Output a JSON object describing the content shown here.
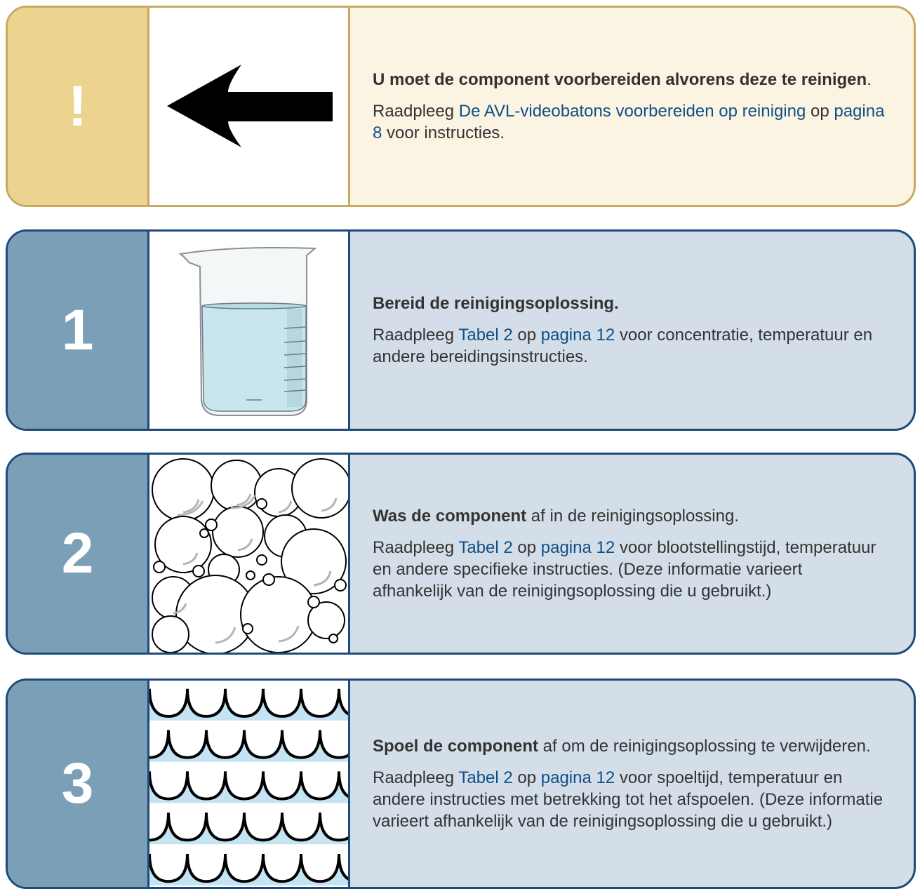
{
  "warning": {
    "badge": "!",
    "title": "U moet de component voorbereiden alvorens deze te reinigen",
    "title_end": ".",
    "ref_prefix": "Raadpleeg ",
    "ref_link": "De AVL-videobatons voorbereiden op reiniging",
    "ref_mid": " op ",
    "ref_page": "pagina 8",
    "ref_suffix": " voor instructies."
  },
  "steps": [
    {
      "number": "1",
      "title": "Bereid de reinigingsoplossing.",
      "title_rest": "",
      "ref_prefix": "Raadpleeg ",
      "ref_table": "Tabel 2",
      "ref_mid": " op ",
      "ref_page": "pagina 12",
      "ref_suffix": " voor concentratie, temperatuur en andere bereidingsinstructies."
    },
    {
      "number": "2",
      "title": "Was de component",
      "title_rest": " af in de reinigingsoplossing.",
      "ref_prefix": "Raadpleeg ",
      "ref_table": "Tabel 2",
      "ref_mid": " op ",
      "ref_page": "pagina 12",
      "ref_suffix": " voor blootstellingstijd, temperatuur en andere specifieke instructies. (Deze informatie varieert afhankelijk van de reinigingsoplossing die u gebruikt.)"
    },
    {
      "number": "3",
      "title": "Spoel de component",
      "title_rest": " af om de reinigingsoplossing te verwijderen.",
      "ref_prefix": "Raadpleeg ",
      "ref_table": "Tabel 2",
      "ref_mid": " op ",
      "ref_page": "pagina 12",
      "ref_suffix": " voor spoeltijd, temperatuur en andere instructies met betrekking tot het afspoelen. (Deze informatie varieert afhankelijk van de reinigingsoplossing die u gebruikt.)"
    }
  ],
  "colors": {
    "warning_border": "#c9a85f",
    "warning_badge": "#ecd390",
    "warning_bg": "#fbf4e2",
    "step_border": "#1d4a7a",
    "step_badge": "#7c9fb8",
    "step_bg": "#d4dee8",
    "link": "#0f4f86",
    "water": "#c4e3f3"
  }
}
